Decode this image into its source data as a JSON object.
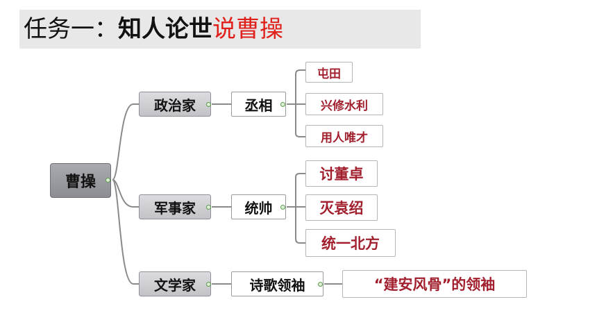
{
  "title": {
    "prefix": "任务一：",
    "bold": "知人论世",
    "red": "说曹操"
  },
  "root": "曹操",
  "branches": [
    {
      "role": "政治家",
      "sub": "丞相",
      "leaves": [
        "屯田",
        "兴修水利",
        "用人唯才"
      ]
    },
    {
      "role": "军事家",
      "sub": "统帅",
      "leaves": [
        "讨董卓",
        "灭袁绍",
        "统一北方"
      ]
    },
    {
      "role": "文学家",
      "sub": "诗歌领袖",
      "leaves": [
        "“建安风骨”的领袖"
      ]
    }
  ],
  "colors": {
    "title_red": "#e0211b",
    "leaf_text": "#a2202e",
    "connector": "#8a8a8a",
    "dot_green": "#5a9a4a"
  }
}
